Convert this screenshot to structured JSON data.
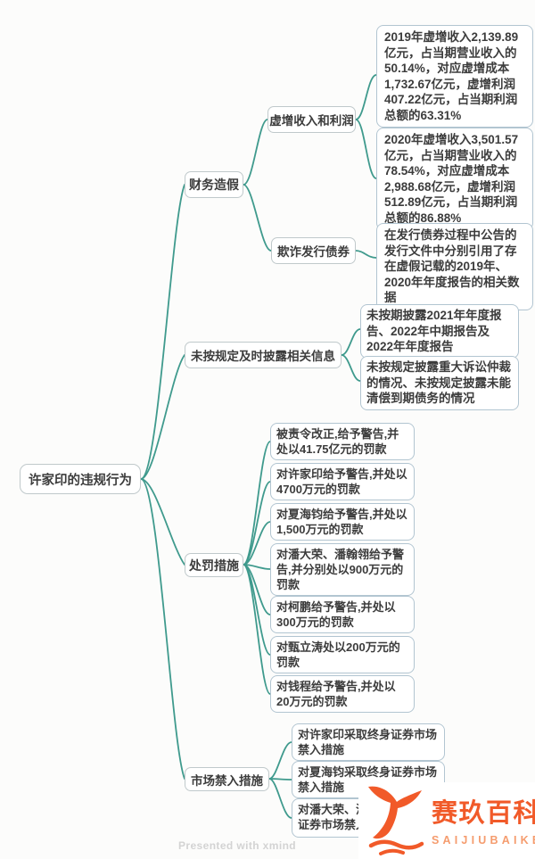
{
  "root": {
    "label": "许家印的违规行为"
  },
  "branches": [
    {
      "label": "财务造假",
      "children": [
        {
          "label": "虚增收入和利润",
          "leaves": [
            {
              "text": "2019年虚增收入2,139.89亿元，占当期营业收入的50.14%，对应虚增成本1,732.67亿元，虚增利润407.22亿元，占当期利润总额的63.31%"
            },
            {
              "text": "2020年虚增收入3,501.57亿元，占当期营业收入的78.54%，对应虚增成本2,988.68亿元，虚增利润512.89亿元，占当期利润总额的86.88%"
            }
          ]
        },
        {
          "label": "欺诈发行债券",
          "leaves": [
            {
              "text": "在发行债券过程中公告的发行文件中分别引用了存在虚假记载的2019年、2020年年度报告的相关数据"
            }
          ]
        }
      ]
    },
    {
      "label": "未按规定及时披露相关信息",
      "leaves": [
        {
          "text": "未按期披露2021年年度报告、2022年中期报告及2022年年度报告"
        },
        {
          "text": "未按规定披露重大诉讼仲裁的情况、未按规定披露未能清偿到期债务的情况"
        }
      ]
    },
    {
      "label": "处罚措施",
      "leaves": [
        {
          "text": "被责令改正,给予警告,并处以41.75亿元的罚款"
        },
        {
          "text": "对许家印给予警告,并处以4700万元的罚款"
        },
        {
          "text": "对夏海钧给予警告,并处以1,500万元的罚款"
        },
        {
          "text": "对潘大荣、潘翰翎给予警告,并分别处以900万元的罚款"
        },
        {
          "text": "对柯鹏给予警告,并处以300万元的罚款"
        },
        {
          "text": "对甄立涛处以200万元的罚款"
        },
        {
          "text": "对钱程给予警告,并处以20万元的罚款"
        }
      ]
    },
    {
      "label": "市场禁入措施",
      "leaves": [
        {
          "text": "对许家印采取终身证券市场禁入措施"
        },
        {
          "text": "对夏海钧采取终身证券市场禁入措施"
        },
        {
          "lines": [
            "对潘大荣、潘",
            "证券市场禁入"
          ]
        }
      ]
    }
  ],
  "watermark": {
    "text": "Presented with xmind"
  },
  "logo": {
    "title": "赛玖百科",
    "subtitle": "SAIJIUBAIKE",
    "icon": "whale-tail-icon",
    "brand_color": "#f15a29"
  },
  "colors": {
    "connector": "#3f9a8d",
    "topic_border": "#c0c9cb",
    "leaf_border": "#b2c5d1",
    "text": "#3c3c3c"
  }
}
